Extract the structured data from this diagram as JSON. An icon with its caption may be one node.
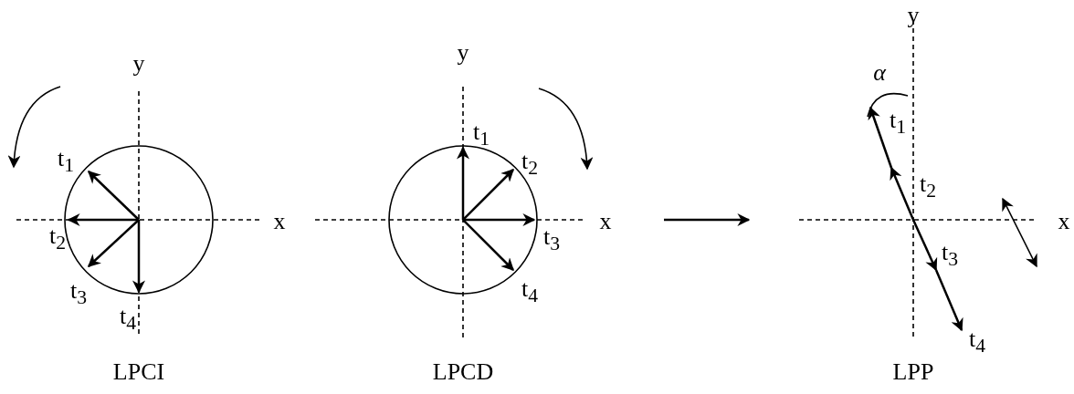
{
  "diagram": {
    "nodes": [
      {
        "text": [],
        "shape": "picture",
        "beside": [
          "LPCI"
        ]
      },
      {
        "text": [],
        "shape": "picture",
        "beside": [
          "LPCD"
        ]
      },
      {
        "text": [],
        "shape": "picture",
        "beside": [
          "LPP"
        ]
      }
    ],
    "edges": [
      {
        "from": 1,
        "to": 2,
        "arrow": "to"
      }
    ],
    "labels": [
      "y",
      "t$_{1}$",
      "x",
      "t$_{2}$",
      "t$_{3}$",
      "t$_{4}$",
      "y",
      "t$_{1}$",
      "t$_{2}$",
      "x",
      "t$_{3}$",
      "t$_{4}$",
      "y",
      "*α*",
      "t$_{1}$",
      "t$_{2}$",
      "x",
      "t$_{3}$",
      "t$_{4}$"
    ]
  }
}
